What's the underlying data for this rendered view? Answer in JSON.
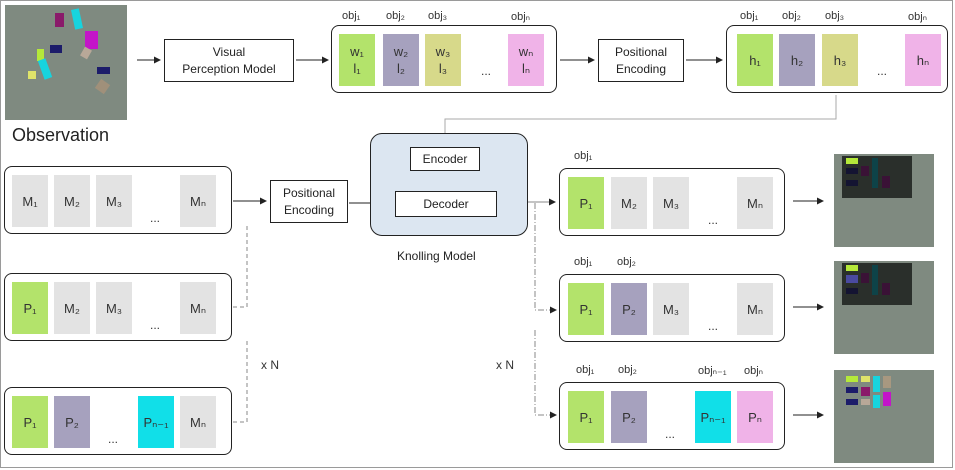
{
  "obs_label": "Observation",
  "vpm_label": "Visual\nPerception Model",
  "pos_enc_label": "Positional\nEncoding",
  "encoder_label": "Encoder",
  "decoder_label": "Decoder",
  "model_label": "Knolling Model",
  "xN": "x N",
  "dots": "...",
  "colors": {
    "green": "#b3e36b",
    "purple": "#a6a1be",
    "yellow": "#d7d98a",
    "pink": "#f0b3e8",
    "teal": "#11dfe8",
    "gray": "#e3e3e3",
    "model_bg": "#dce6f1"
  },
  "wl_tiles": [
    {
      "obj": "obj₁",
      "t1": "w₁",
      "t2": "l₁",
      "color": "green"
    },
    {
      "obj": "obj₂",
      "t1": "w₂",
      "t2": "l₂",
      "color": "purple"
    },
    {
      "obj": "obj₃",
      "t1": "w₃",
      "t2": "l₃",
      "color": "yellow"
    },
    {
      "obj": "objₙ",
      "t1": "wₙ",
      "t2": "lₙ",
      "color": "pink"
    }
  ],
  "h_tiles": [
    {
      "obj": "obj₁",
      "t": "h₁",
      "color": "green"
    },
    {
      "obj": "obj₂",
      "t": "h₂",
      "color": "purple"
    },
    {
      "obj": "obj₃",
      "t": "h₃",
      "color": "yellow"
    },
    {
      "obj": "objₙ",
      "t": "hₙ",
      "color": "pink"
    }
  ],
  "left_row1": [
    "M₁",
    "M₂",
    "M₃",
    "Mₙ"
  ],
  "left_row2": [
    "P₁",
    "M₂",
    "M₃",
    "Mₙ"
  ],
  "left_row3": [
    "P₁",
    "P₂",
    "Pₙ₋₁",
    "Mₙ"
  ],
  "right_row1": {
    "objs": [
      "obj₁"
    ],
    "tiles": [
      "P₁",
      "M₂",
      "M₃",
      "Mₙ"
    ]
  },
  "right_row2": {
    "objs": [
      "obj₁",
      "obj₂"
    ],
    "tiles": [
      "P₁",
      "P₂",
      "M₃",
      "Mₙ"
    ]
  },
  "right_row3": {
    "objs": [
      "obj₁",
      "obj₂",
      "objₙ₋₁",
      "objₙ"
    ],
    "tiles": [
      "P₁",
      "P₂",
      "Pₙ₋₁",
      "Pₙ"
    ]
  }
}
